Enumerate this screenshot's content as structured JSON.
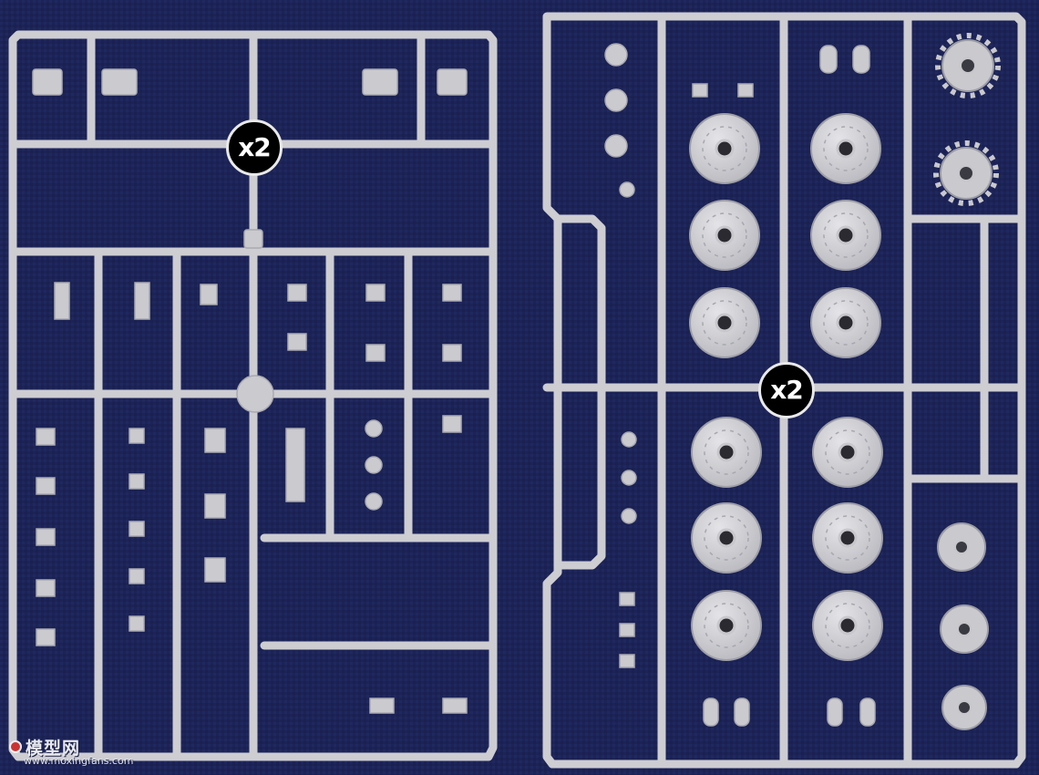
{
  "badges": {
    "left": "x2",
    "right": "x2"
  },
  "watermark": {
    "title": "模型网",
    "url": "www.moxingfans.com"
  },
  "colors": {
    "background": "#1c2356",
    "plastic": "#cfcfd4",
    "badge": "#000000"
  }
}
